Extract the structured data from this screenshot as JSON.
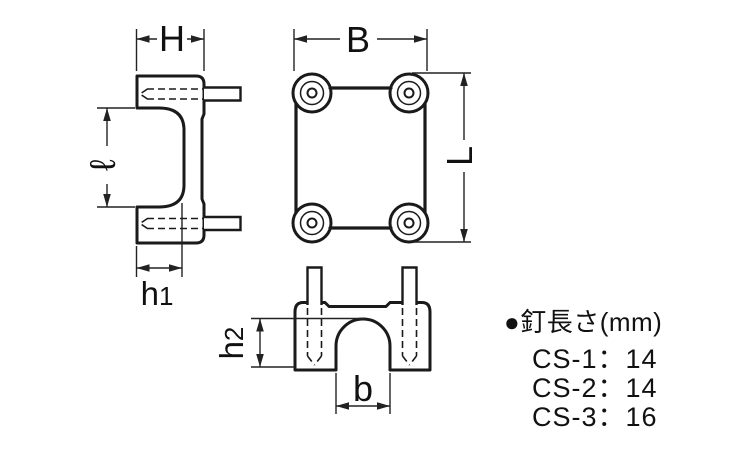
{
  "dimensions": {
    "H": "H",
    "B": "B",
    "L": "L",
    "ell": "ℓ",
    "h1": {
      "main": "h",
      "sub": "1"
    },
    "h2": {
      "main": "h",
      "sub": "2"
    },
    "b": "b"
  },
  "note": {
    "title": "●釘長さ(mm)",
    "items": [
      "CS-1：14",
      "CS-2：14",
      "CS-3：16"
    ]
  },
  "colors": {
    "line": "#1a1a1a",
    "dimension_line": "#222222",
    "text": "#111111",
    "background": "#ffffff"
  }
}
